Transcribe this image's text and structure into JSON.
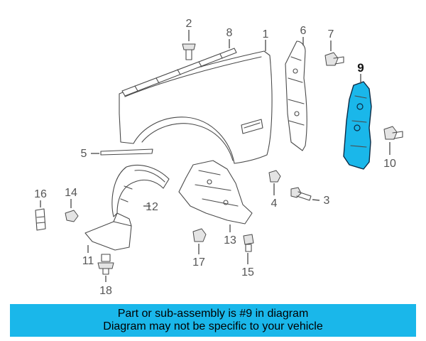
{
  "diagram": {
    "part_numbers": [
      "1",
      "2",
      "3",
      "4",
      "5",
      "6",
      "7",
      "8",
      "9",
      "10",
      "11",
      "12",
      "13",
      "14",
      "15",
      "16",
      "17",
      "18"
    ],
    "highlighted_part": "9",
    "highlight_color": "#1ab7ea",
    "line_color": "#4a4a4a"
  },
  "banner": {
    "line1": "Part or sub-assembly is #9 in diagram",
    "line2": "Diagram may not be specific to your vehicle",
    "background": "#1ab7ea"
  }
}
